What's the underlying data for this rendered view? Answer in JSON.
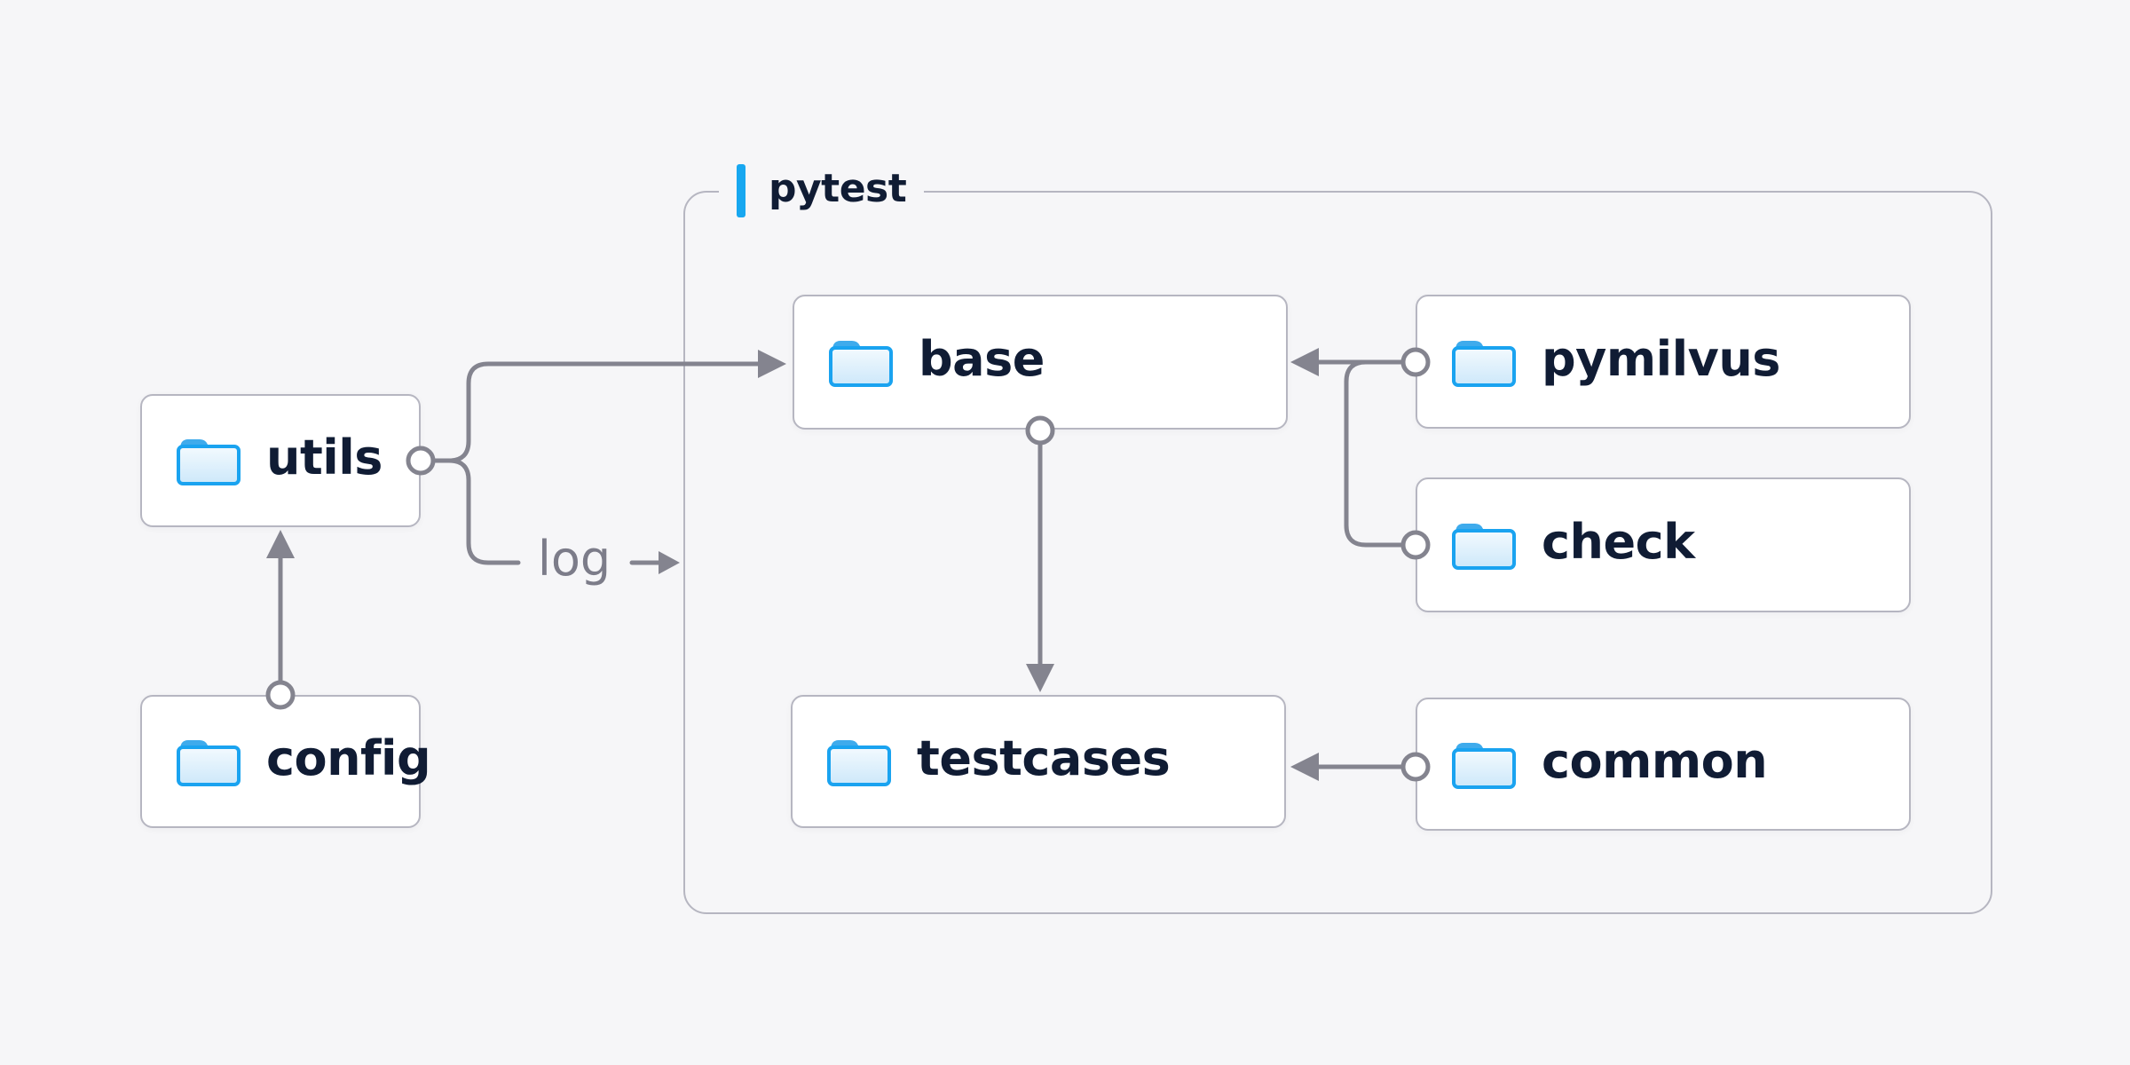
{
  "page": {
    "background": "#f6f6f8"
  },
  "diagram": {
    "group": {
      "label": "pytest",
      "accent_color": "#17a7f0"
    },
    "nodes": [
      {
        "id": "utils",
        "label": "utils",
        "icon": "folder-icon"
      },
      {
        "id": "config",
        "label": "config",
        "icon": "folder-icon"
      },
      {
        "id": "base",
        "label": "base",
        "icon": "folder-icon"
      },
      {
        "id": "pymilvus",
        "label": "pymilvus",
        "icon": "folder-icon"
      },
      {
        "id": "check",
        "label": "check",
        "icon": "folder-icon"
      },
      {
        "id": "testcases",
        "label": "testcases",
        "icon": "folder-icon"
      },
      {
        "id": "common",
        "label": "common",
        "icon": "folder-icon"
      }
    ],
    "edges": [
      {
        "from": "config",
        "to": "utils"
      },
      {
        "from": "utils",
        "to": "base"
      },
      {
        "from": "utils",
        "to": "pytest-group",
        "label": "log"
      },
      {
        "from": "base",
        "to": "testcases"
      },
      {
        "from": "pymilvus",
        "to": "base"
      },
      {
        "from": "check",
        "to": "base"
      },
      {
        "from": "common",
        "to": "testcases"
      }
    ],
    "colors": {
      "node_background": "#ffffff",
      "node_border": "#b6b6c1",
      "group_border": "#b6b6c1",
      "connector": "#84848f",
      "node_text": "#101c34",
      "edge_label_text": "#7c7c89",
      "accent_blue": "#17a7f0",
      "folder_blue": "#1aa3f0"
    }
  }
}
